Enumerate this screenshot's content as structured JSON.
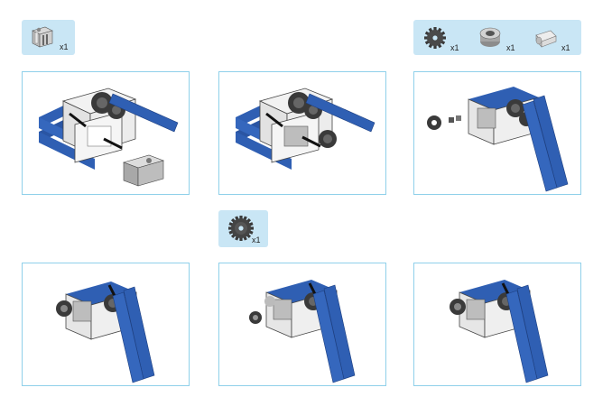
{
  "parts_lists": [
    {
      "items": [
        {
          "part": "servo-motor",
          "qty": "x1"
        }
      ]
    },
    {
      "items": [
        {
          "part": "gear-small",
          "qty": "x1"
        },
        {
          "part": "bushing",
          "qty": "x1"
        },
        {
          "part": "axle-connector",
          "qty": "x1"
        }
      ]
    },
    {
      "items": [
        {
          "part": "gear-medium",
          "qty": "x1"
        }
      ]
    }
  ],
  "colors": {
    "callout_bg": "#c9e6f5",
    "frame_border": "#8fd0ea",
    "lego_blue": "#2f5fb3",
    "beam_white": "#eeeeee",
    "gear_dark": "#3a3a3a",
    "servo_grey": "#9a9a9a"
  }
}
